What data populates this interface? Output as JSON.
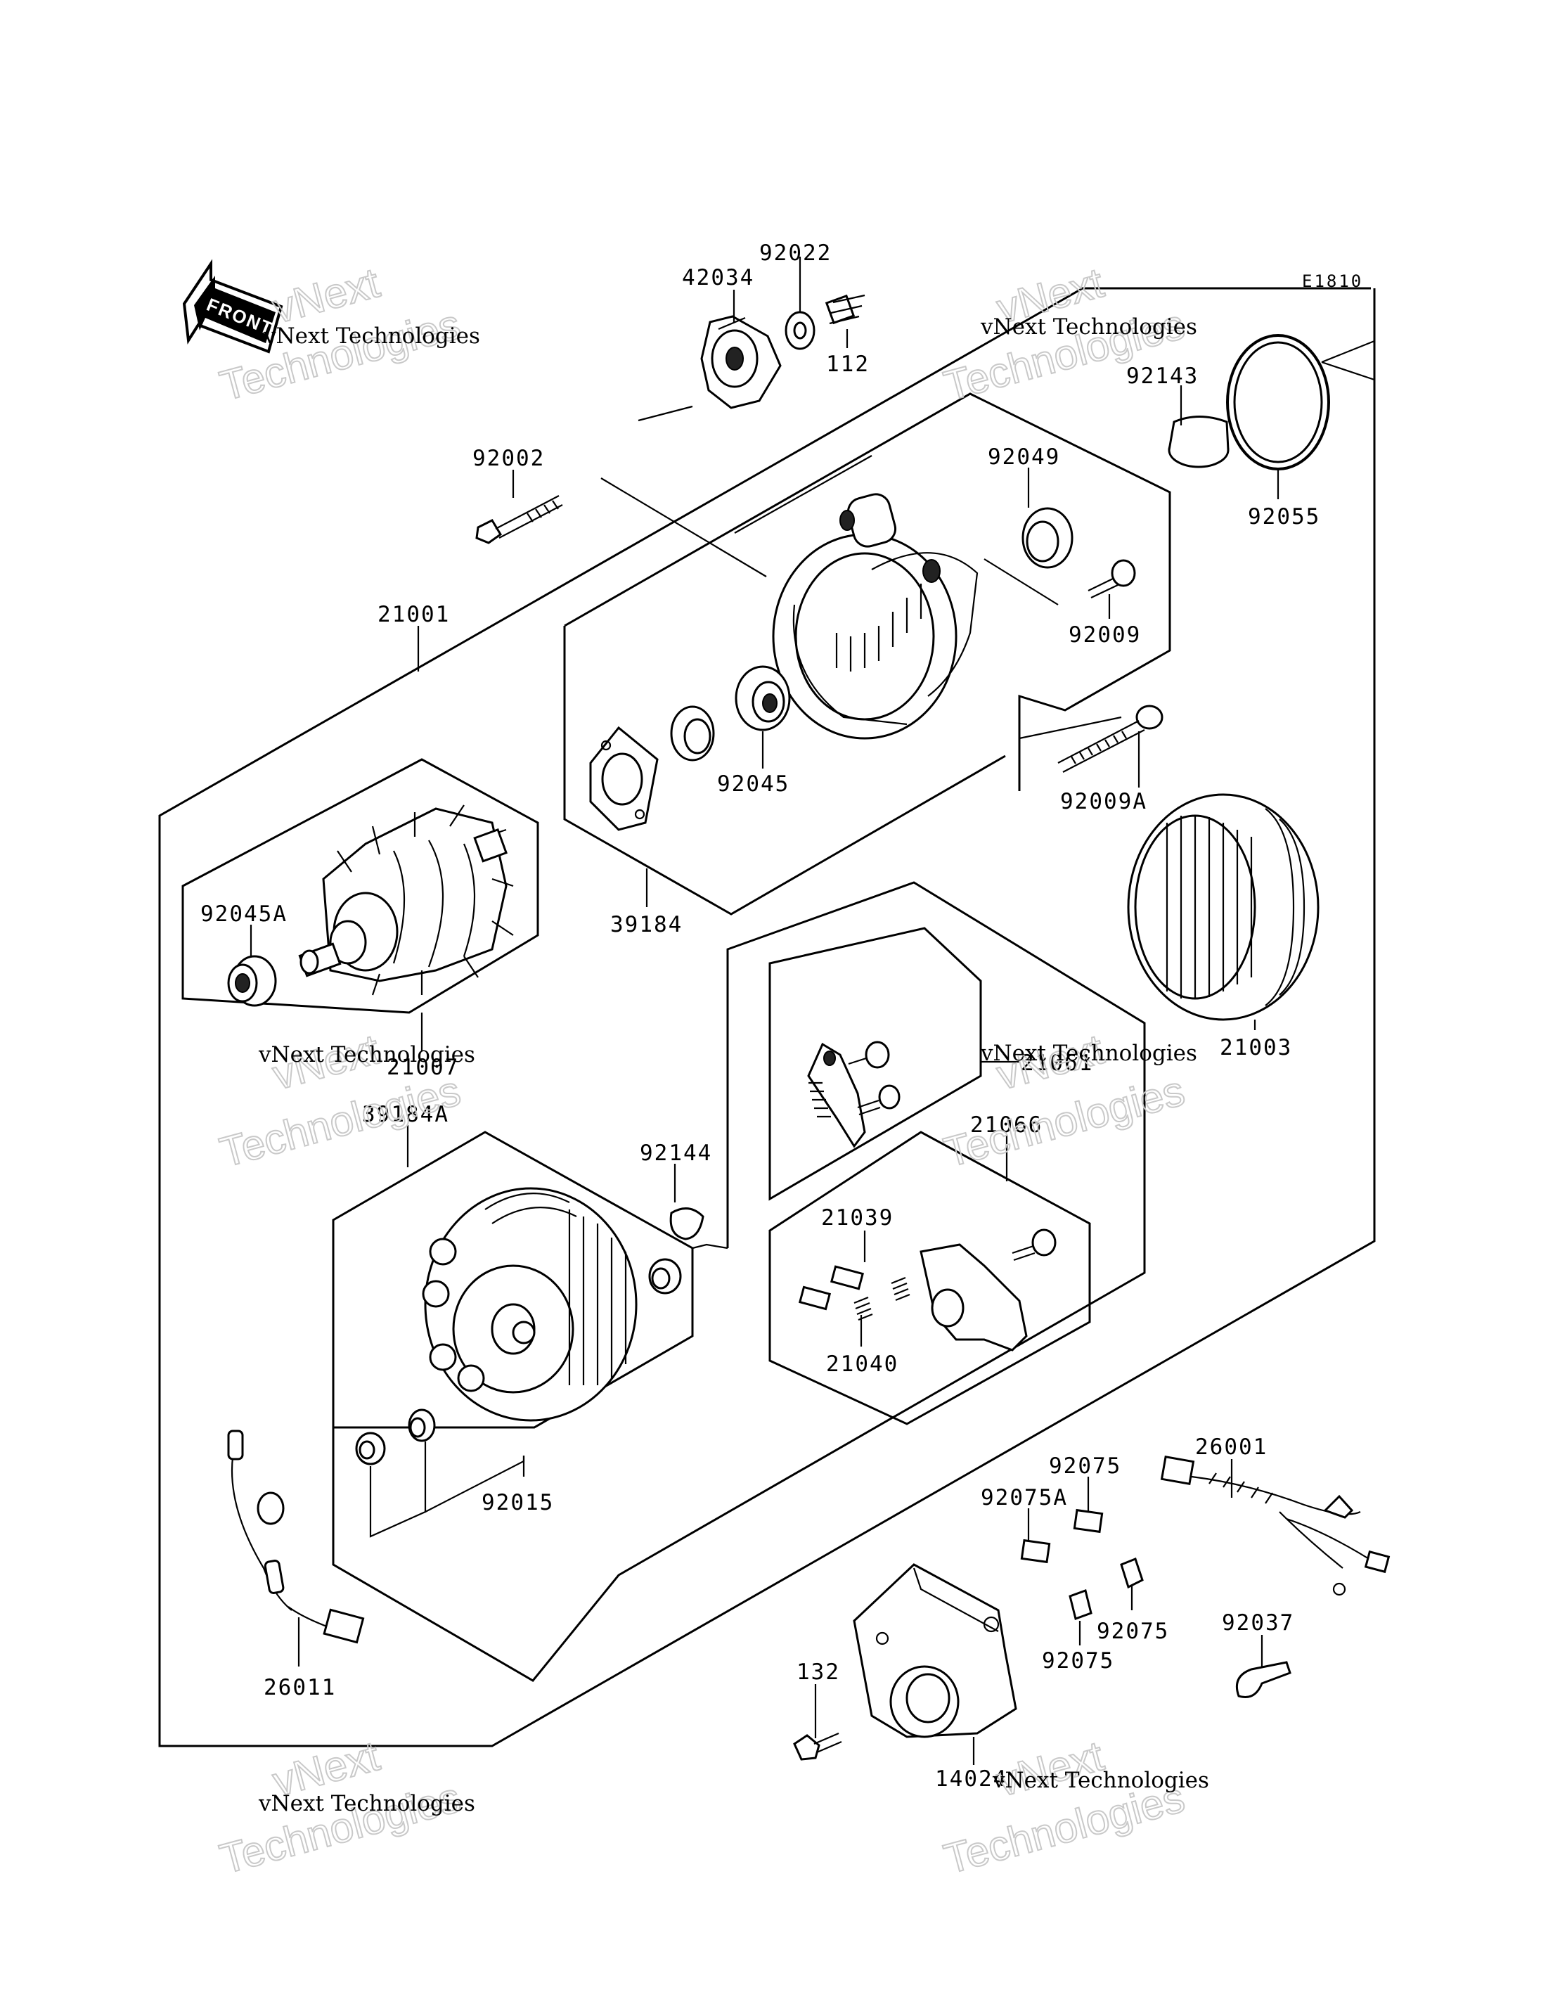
{
  "diagram_code": "E1810",
  "front_arrow_text": "FRONT",
  "watermark": {
    "line1": "vNext Technologies",
    "line2": "vNext",
    "line3": "Technologies"
  },
  "callouts": {
    "p42034": "42034",
    "p92022": "92022",
    "p112": "112",
    "p92143": "92143",
    "p92055": "92055",
    "p92002": "92002",
    "p92049": "92049",
    "p92009": "92009",
    "p21001": "21001",
    "p92045": "92045",
    "p92009A": "92009A",
    "p92045A": "92045A",
    "p39184": "39184",
    "p21003": "21003",
    "p21007": "21007",
    "p21061": "21061",
    "p39184A": "39184A",
    "p92144": "92144",
    "p21066": "21066",
    "p21039": "21039",
    "p21040": "21040",
    "p92015": "92015",
    "p26001": "26001",
    "p92075_a": "92075",
    "p92075A": "92075A",
    "p92075_b": "92075",
    "p92075_c": "92075",
    "p92037": "92037",
    "p132": "132",
    "p14024": "14024",
    "p26011": "26011"
  }
}
